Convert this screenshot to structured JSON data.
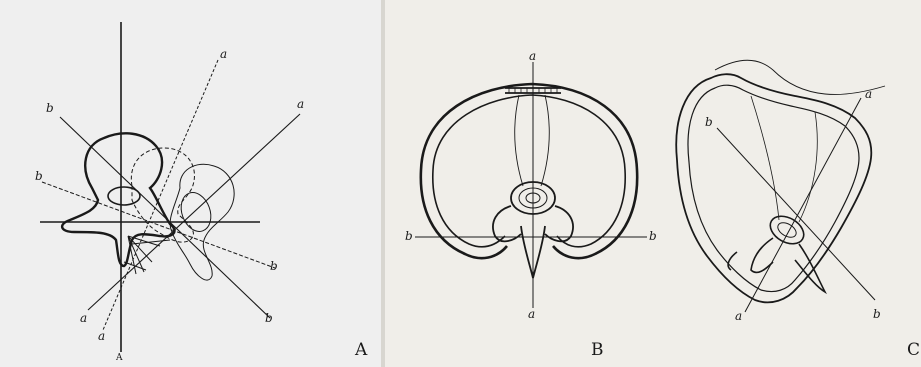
{
  "figure": {
    "panels": [
      {
        "id": "A",
        "label": "A",
        "axis_label": "A",
        "line_labels": [
          "a",
          "a",
          "b",
          "b",
          "b",
          "b",
          "a",
          "a"
        ]
      },
      {
        "id": "B",
        "label": "B",
        "line_labels": [
          "a",
          "b",
          "b",
          "a"
        ]
      },
      {
        "id": "C",
        "label": "C",
        "line_labels": [
          "a",
          "b",
          "a",
          "b"
        ]
      }
    ]
  },
  "colors": {
    "ink": "#1a1a1a",
    "paper": "#efefef"
  }
}
